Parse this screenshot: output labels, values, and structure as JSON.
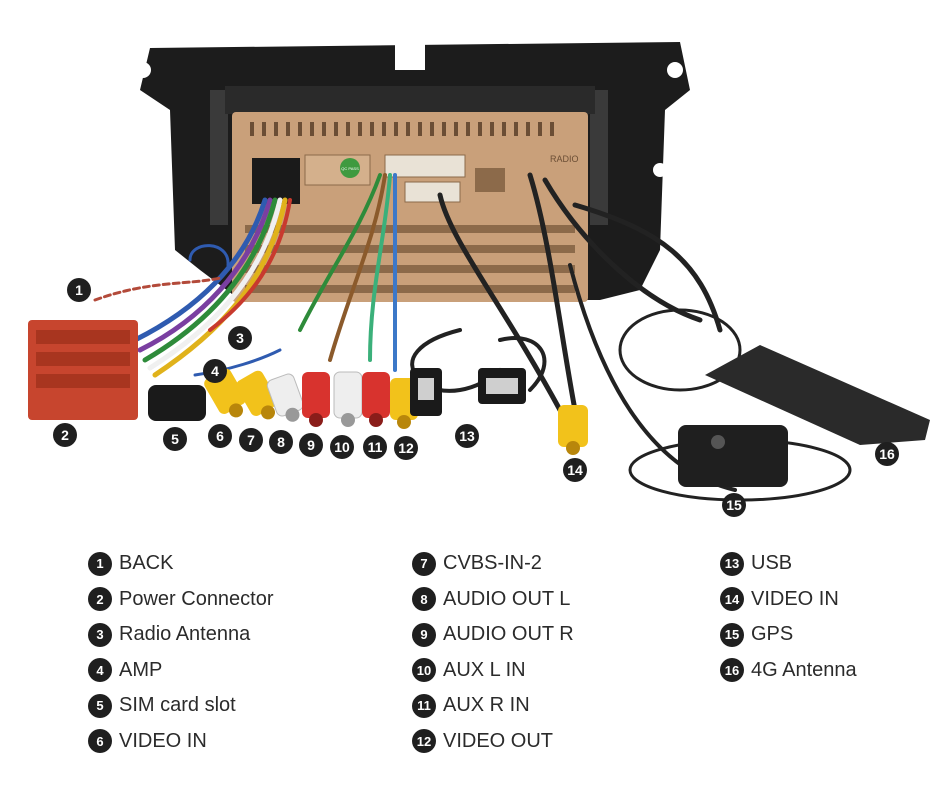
{
  "components": [
    {
      "number": "1",
      "label": "BACK"
    },
    {
      "number": "2",
      "label": "Power Connector"
    },
    {
      "number": "3",
      "label": "Radio Antenna"
    },
    {
      "number": "4",
      "label": "AMP"
    },
    {
      "number": "5",
      "label": "SIM card slot"
    },
    {
      "number": "6",
      "label": "VIDEO IN"
    },
    {
      "number": "7",
      "label": "CVBS-IN-2"
    },
    {
      "number": "8",
      "label": "AUDIO OUT L"
    },
    {
      "number": "9",
      "label": "AUDIO OUT R"
    },
    {
      "number": "10",
      "label": "AUX L IN"
    },
    {
      "number": "11",
      "label": "AUX R IN"
    },
    {
      "number": "12",
      "label": "VIDEO OUT"
    },
    {
      "number": "13",
      "label": "USB"
    },
    {
      "number": "14",
      "label": "VIDEO IN"
    },
    {
      "number": "15",
      "label": "GPS"
    },
    {
      "number": "16",
      "label": "4G Antenna"
    }
  ],
  "unit_marks": {
    "radio": "RADIO",
    "qc": "QC PASS"
  },
  "colors": {
    "frame": "#1c1c1c",
    "panel": "#c9a07a",
    "power_connector": "#c7452e",
    "yellow_rca": "#f2c21b",
    "red_rca": "#d8332e",
    "white_rca": "#eeeeee",
    "callout": "#1f1f1f"
  }
}
